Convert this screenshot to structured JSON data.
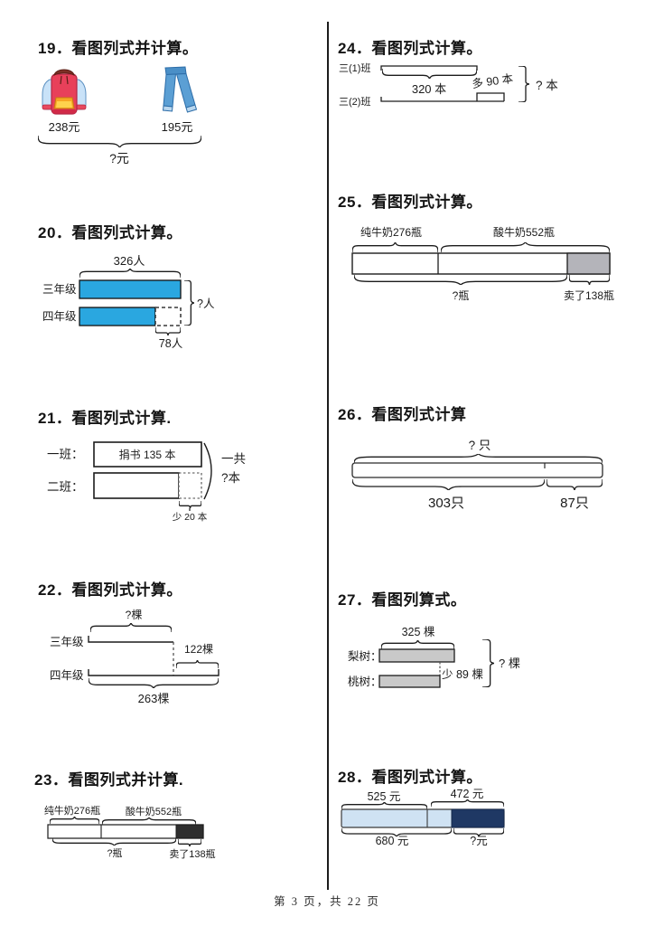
{
  "footer": {
    "page_info": "第 3 页，共 22 页"
  },
  "colors": {
    "bar_blue": "#2aa7e0",
    "gray_section": "#b4b4ba",
    "gray_bar": "#c9c9c9",
    "dark_section": "#2e2e2e",
    "light_blue": "#cfe2f3",
    "navy": "#1f3864"
  },
  "p19": {
    "title": "19．看图列式并计算。",
    "price1": "238元",
    "price2": "195元",
    "total": "?元"
  },
  "p20": {
    "title": "20．看图列式计算。",
    "top": "326人",
    "row1": "三年级",
    "row2": "四年级",
    "right": "?人",
    "bottom": "78人"
  },
  "p21": {
    "title": "21．看图列式计算.",
    "row1": "一班：",
    "row2": "二班：",
    "bar1": "捐书 135 本",
    "right1": "一共",
    "right2": "?本",
    "below": "少 20 本"
  },
  "p22": {
    "title": "22．看图列式计算。",
    "top": "?棵",
    "row1": "三年级",
    "row2": "四年级",
    "mid": "122棵",
    "bottom": "263棵"
  },
  "p23": {
    "title": "23．看图列式并计算.",
    "seg1": "纯牛奶276瓶",
    "seg2": "酸牛奶552瓶",
    "bottom1": "?瓶",
    "bottom2": "卖了138瓶"
  },
  "p24": {
    "title": "24．看图列式计算。",
    "row1": "三(1)班",
    "row2": "三(2)班",
    "brace": "320 本",
    "more": "多 90 本",
    "right": "? 本"
  },
  "p25": {
    "title": "25．看图列式计算。",
    "seg1": "纯牛奶276瓶",
    "seg2": "酸牛奶552瓶",
    "bottom1": "?瓶",
    "bottom2": "卖了138瓶"
  },
  "p26": {
    "title": "26．看图列式计算",
    "top": "? 只",
    "bottom1": "303只",
    "bottom2": "87只"
  },
  "p27": {
    "title": "27．看图列算式。",
    "top": "325 棵",
    "row1": "梨树：",
    "row2": "桃树：",
    "less": "少 89 棵",
    "right": "? 棵"
  },
  "p28": {
    "title": "28．看图列式计算。",
    "top1": "525 元",
    "top2": "472 元",
    "bottom1": "680 元",
    "bottom2": "?元"
  }
}
